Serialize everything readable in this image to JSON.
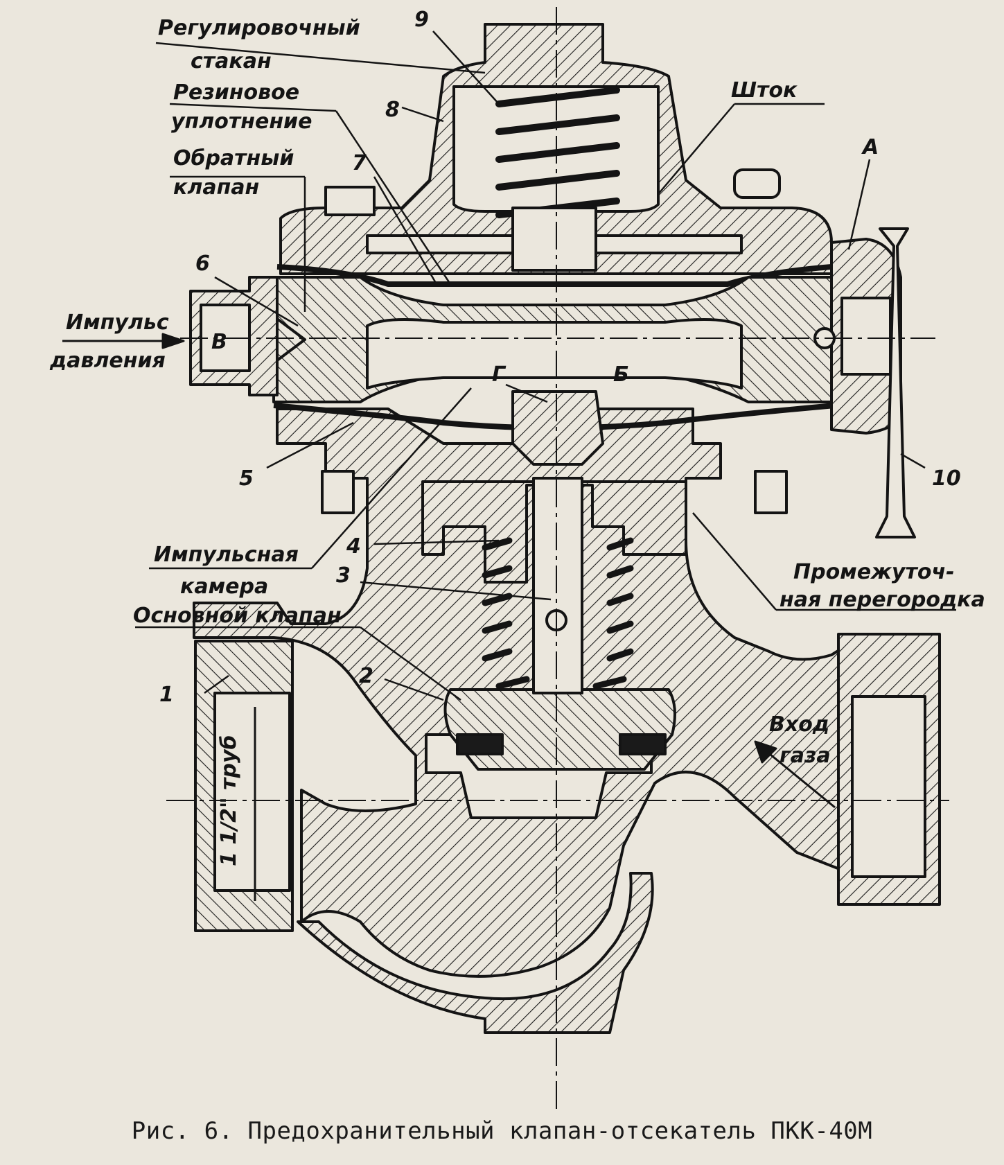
{
  "caption": "Рис. 6. Предохранительный клапан-отсекатель ПКК-40М",
  "labels": {
    "reg_stakan_1": "Регулировочный",
    "reg_stakan_2": "стакан",
    "rubber_1": "Резиновое",
    "rubber_2": "уплотнение",
    "check_valve_1": "Обратный",
    "check_valve_2": "клапан",
    "impulse_1": "Импульс",
    "impulse_2": "давления",
    "impulse_chamber_1": "Импульсная",
    "impulse_chamber_2": "камера",
    "main_valve": "Основной клапан",
    "rod": "Шток",
    "partition_1": "Промежуточ-",
    "partition_2": "ная перегородка",
    "gas_in_1": "Вход",
    "gas_in_2": "газа",
    "pipe_size": "1 1/2\" труб",
    "cavity_V": "В",
    "cavity_B": "Б",
    "cavity_G": "Г",
    "point_A": "А"
  },
  "numbers": {
    "n1": "1",
    "n2": "2",
    "n3": "3",
    "n4": "4",
    "n5": "5",
    "n6": "6",
    "n7": "7",
    "n8": "8",
    "n9": "9",
    "n10": "10"
  }
}
